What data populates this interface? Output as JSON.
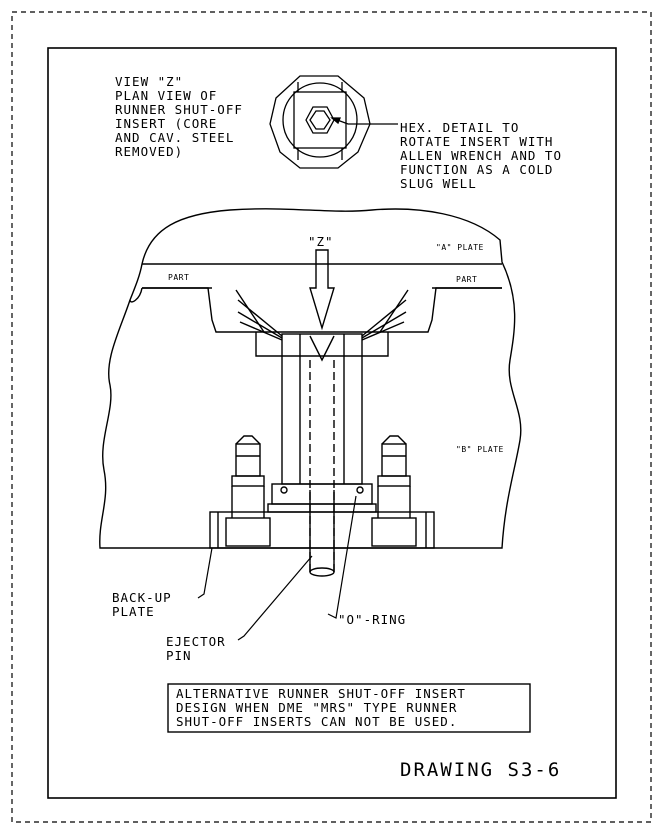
{
  "view_label": [
    "VIEW \"Z\"",
    "PLAN VIEW OF",
    "RUNNER SHUT-OFF",
    "INSERT (CORE",
    "AND CAV. STEEL",
    "REMOVED)"
  ],
  "hex_label": [
    "HEX. DETAIL TO",
    "ROTATE INSERT WITH",
    "ALLEN WRENCH AND TO",
    "FUNCTION AS A COLD",
    "SLUG WELL"
  ],
  "z_marker": "\"Z\"",
  "a_plate": "\"A\" PLATE",
  "b_plate": "\"B\" PLATE",
  "part_left": "PART",
  "part_right": "PART",
  "backup_label": [
    "BACK-UP",
    "PLATE"
  ],
  "ejector_label": [
    "EJECTOR",
    "PIN"
  ],
  "oring_label": "\"O\"-RING",
  "note": [
    "ALTERNATIVE RUNNER SHUT-OFF INSERT",
    "DESIGN WHEN DME \"MRS\" TYPE RUNNER",
    "SHUT-OFF INSERTS CAN NOT BE USED."
  ],
  "drawing_id": "DRAWING S3-6"
}
